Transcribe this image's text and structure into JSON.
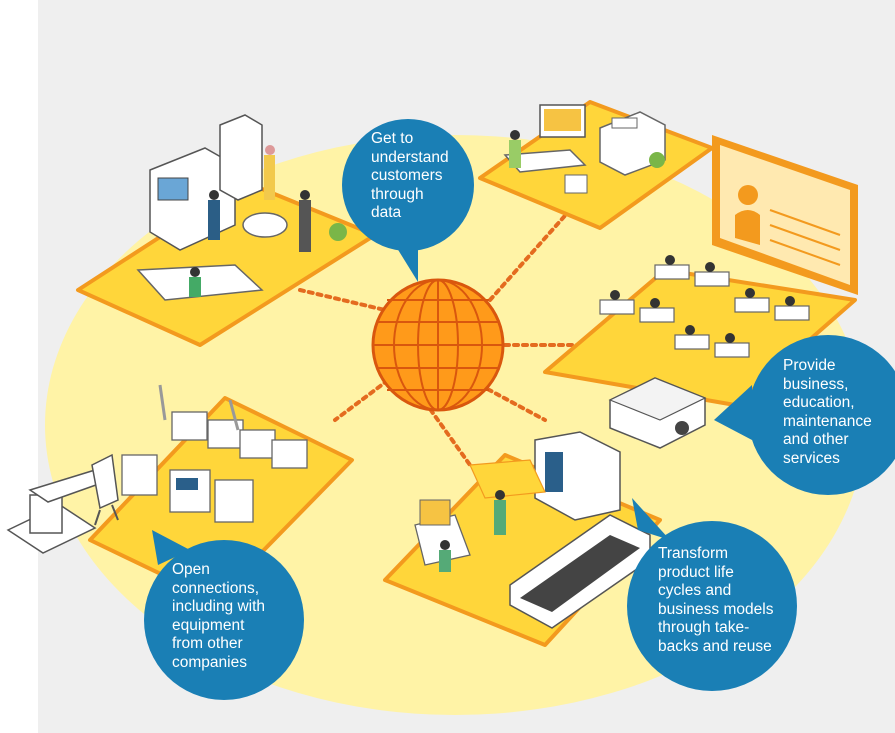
{
  "colors": {
    "background_panel": "#efefef",
    "glow": "#fff3a6",
    "platform": "#ffd63a",
    "platform_edge": "#f39a1e",
    "globe": "#ff9a1a",
    "globe_line": "#d9570e",
    "connector": "#e46b1f",
    "bubble": "#1a7fb5",
    "bubble_text": "#ffffff"
  },
  "bubbles": [
    {
      "id": "customers",
      "text": "Get to\nunderstand\ncustomers\nthrough\ndata"
    },
    {
      "id": "services",
      "text": "Provide\nbusiness,\neducation,\nmaintenance\nand other\nservices"
    },
    {
      "id": "lifecycle",
      "text": "Transform\nproduct life\ncycles and\nbusiness models\nthrough take-\nbacks and reuse"
    },
    {
      "id": "connections",
      "text": "Open\nconnections,\nincluding with\nequipment\nfrom other\ncompanies"
    }
  ],
  "icons": {
    "globe": "globe-icon",
    "office": "office-scene",
    "home_office": "home-office-scene",
    "classroom": "classroom-scene",
    "factory": "factory-robot-scene",
    "printing": "textile-printing-scene",
    "projector": "projector-icon",
    "robot_arm": "robot-arm-icon",
    "teacher_screen": "teacher-screen-icon"
  }
}
